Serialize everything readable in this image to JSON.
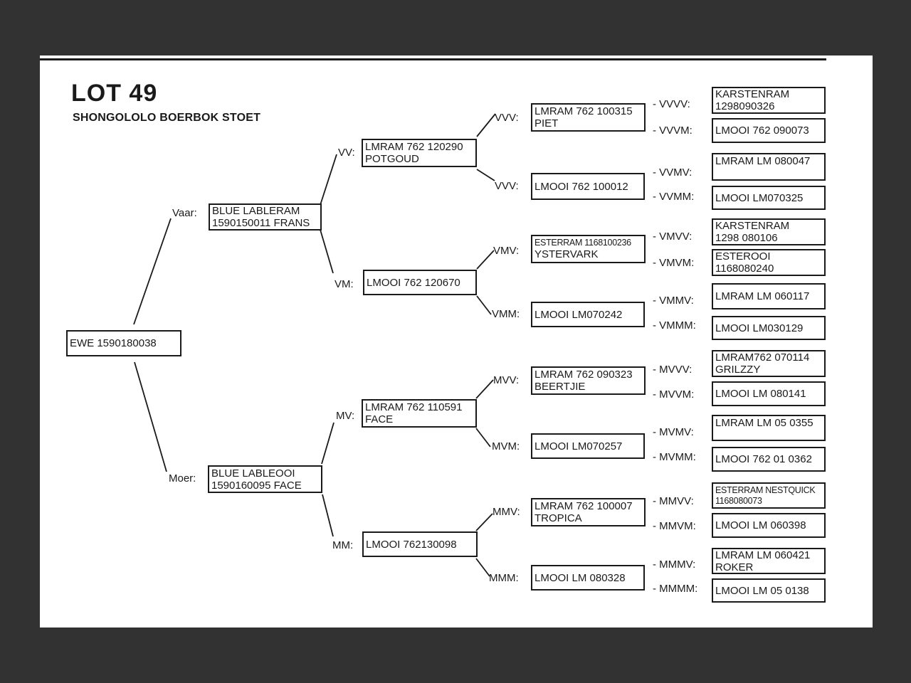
{
  "page": {
    "title": "LOT 49",
    "subtitle": "SHONGOLOLO BOERBOK STOET"
  },
  "colors": {
    "frame_background": "#323232",
    "page_background": "#ffffff",
    "ink": "#1a1a1a"
  },
  "nodes": {
    "root": {
      "line1": "EWE 1590180038"
    },
    "vaar": {
      "label": "Vaar:",
      "line1": "BLUE LABLERAM",
      "line2": "1590150011 FRANS"
    },
    "moer": {
      "label": "Moer:",
      "line1": "BLUE LABLEOOI",
      "line2": "1590160095 FACE"
    },
    "vv": {
      "label": "VV:",
      "line1": "LMRAM 762 120290",
      "line2": "POTGOUD"
    },
    "vm": {
      "label": "VM:",
      "line1": "LMOOI 762 120670"
    },
    "mv": {
      "label": "MV:",
      "line1": "LMRAM 762 110591",
      "line2": "FACE"
    },
    "mm": {
      "label": "MM:",
      "line1": "LMOOI 762130098"
    },
    "vvv1": {
      "label": "VVV:",
      "line1": "LMRAM 762 100315",
      "line2": "PIET"
    },
    "vvv2": {
      "label": "VVV:",
      "line1": "LMOOI 762 100012"
    },
    "vmv": {
      "label": "VMV:",
      "line1": "ESTERRAM 1168100236",
      "line2": "YSTERVARK"
    },
    "vmm": {
      "label": "VMM:",
      "line1": "LMOOI LM070242"
    },
    "mvv": {
      "label": "MVV:",
      "line1": "LMRAM 762 090323",
      "line2": "BEERTJIE"
    },
    "mvm": {
      "label": "MVM:",
      "line1": "LMOOI LM070257"
    },
    "mmv": {
      "label": "MMV:",
      "line1": "LMRAM 762 100007",
      "line2": "TROPICA"
    },
    "mmm": {
      "label": "MMM:",
      "line1": "LMOOI LM 080328"
    },
    "vvvv": {
      "label": "- VVVV:",
      "line1": "KARSTENRAM",
      "line2": "1298090326"
    },
    "vvvm": {
      "label": "- VVVM:",
      "line1": "LMOOI 762 090073"
    },
    "vvmv": {
      "label": "- VVMV:",
      "line1": "LMRAM LM 080047"
    },
    "vvmm": {
      "label": "- VVMM:",
      "line1": "LMOOI LM070325"
    },
    "vmvv": {
      "label": "- VMVV:",
      "line1": "KARSTENRAM",
      "line2": "1298 080106"
    },
    "vmvm": {
      "label": "- VMVM:",
      "line1": "ESTEROOI",
      "line2": "1168080240"
    },
    "vmmv": {
      "label": "- VMMV:",
      "line1": "LMRAM LM 060117"
    },
    "vmmm": {
      "label": "- VMMM:",
      "line1": "LMOOI LM030129"
    },
    "mvvv": {
      "label": "- MVVV:",
      "line1": "LMRAM762 070114",
      "line2": "GRILZZY"
    },
    "mvvm": {
      "label": "- MVVM:",
      "line1": "LMOOI LM 080141"
    },
    "mvmv": {
      "label": "- MVMV:",
      "line1": "LMRAM LM 05 0355"
    },
    "mvmm": {
      "label": "- MVMM:",
      "line1": "LMOOI 762 01 0362"
    },
    "mmvv": {
      "label": "- MMVV:",
      "line1": "ESTERRAM NESTQUICK",
      "line2": "1168080073"
    },
    "mmvm": {
      "label": "- MMVM:",
      "line1": "LMOOI LM 060398"
    },
    "mmmv": {
      "label": "- MMMV:",
      "line1": "LMRAM LM 060421",
      "line2": "ROKER"
    },
    "mmmm": {
      "label": "- MMMM:",
      "line1": "LMOOI LM 05 0138"
    }
  }
}
